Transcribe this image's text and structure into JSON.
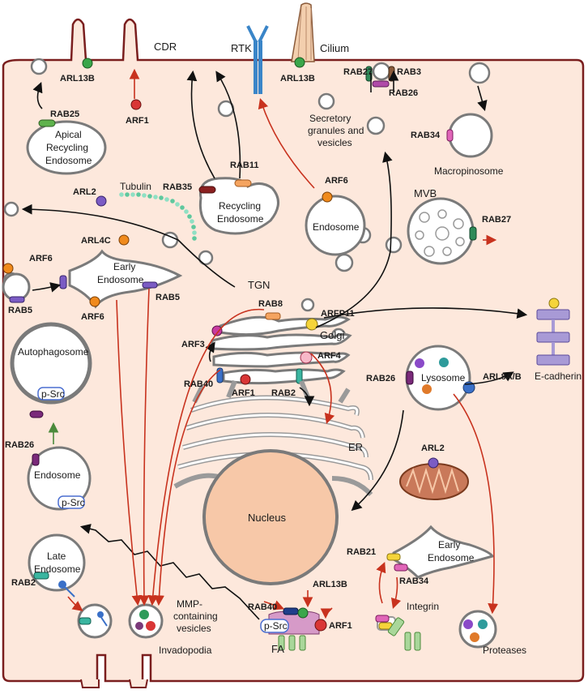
{
  "colors": {
    "cytoplasm": "#fde8dc",
    "membrane": "#7a1e1e",
    "arf_orange": "#f08a1c",
    "arl_green": "#3aa64a",
    "rab_purple": "#7b5cc4",
    "arrow_red": "#c8321e",
    "arrow_black": "#111111",
    "arrow_green": "#4b8a3b"
  },
  "labels": {
    "cdr": "CDR",
    "rtk": "RTK",
    "cilium": "Cilium",
    "arl13b_top": "ARL13B",
    "arf1_top": "ARF1",
    "arl13b_cilium": "ARL13B",
    "rab27_top": "RAB27",
    "rab3": "RAB3",
    "rab26_top": "RAB26",
    "secretory": [
      "Secretory",
      "granules and",
      "vesicles"
    ],
    "rab34_top": "RAB34",
    "macropinosome": "Macropinosome",
    "rab25": "RAB25",
    "apical": [
      "Apical",
      "Recycling",
      "Endosome"
    ],
    "rab35": "RAB35",
    "rab11": "RAB11",
    "recycling": [
      "Recycling",
      "Endosome"
    ],
    "arf6_mid": "ARF6",
    "endosome_mid": "Endosome",
    "arl2_top": "ARL2",
    "tubulin": "Tubulin",
    "mvb": "MVB",
    "rab27_mvb": "RAB27",
    "arl4c": "ARL4C",
    "arf6_left": "ARF6",
    "early_endosome_left": [
      "Early",
      "Endosome"
    ],
    "rab5_left": "RAB5",
    "rab5_mid": "RAB5",
    "arf6_low": "ARF6",
    "tgn": "TGN",
    "rab8": "RAB8",
    "arfp11": "ARFP11",
    "golgi": "Golgi",
    "arf3": "ARF3",
    "arf4": "ARF4",
    "e_cadherin": "E-cadherin",
    "autophagosome": "Autophagosome",
    "psrc_auto": "p-Src",
    "rab40_golgi": "RAB40",
    "arf1_golgi": "ARF1",
    "rab2_golgi": "RAB2",
    "lysosome": "Lysosome",
    "rab26_lyso": "RAB26",
    "arl8ab": "ARL8A/B",
    "rab26_left": "RAB26",
    "endosome_left": "Endosome",
    "psrc_endo": "p-Src",
    "er": "ER",
    "arl2_mito": "ARL2",
    "nucleus": "Nucleus",
    "late_endosome": [
      "Late",
      "Endosome"
    ],
    "rab2_left": "RAB2",
    "rab21": "RAB21",
    "early_endosome_right": [
      "Early",
      "Endosome"
    ],
    "rab34_low": "RAB34",
    "arl13b_fa": "ARL13B",
    "rab40_fa": "RAB40",
    "psrc_fa": "p-Src",
    "arf1_fa": "ARF1",
    "fa": "FA",
    "integrin": "Integrin",
    "mmp": [
      "MMP-",
      "containing",
      "vesicles"
    ],
    "invadopodia": "Invadopodia",
    "proteases": "Proteases"
  }
}
